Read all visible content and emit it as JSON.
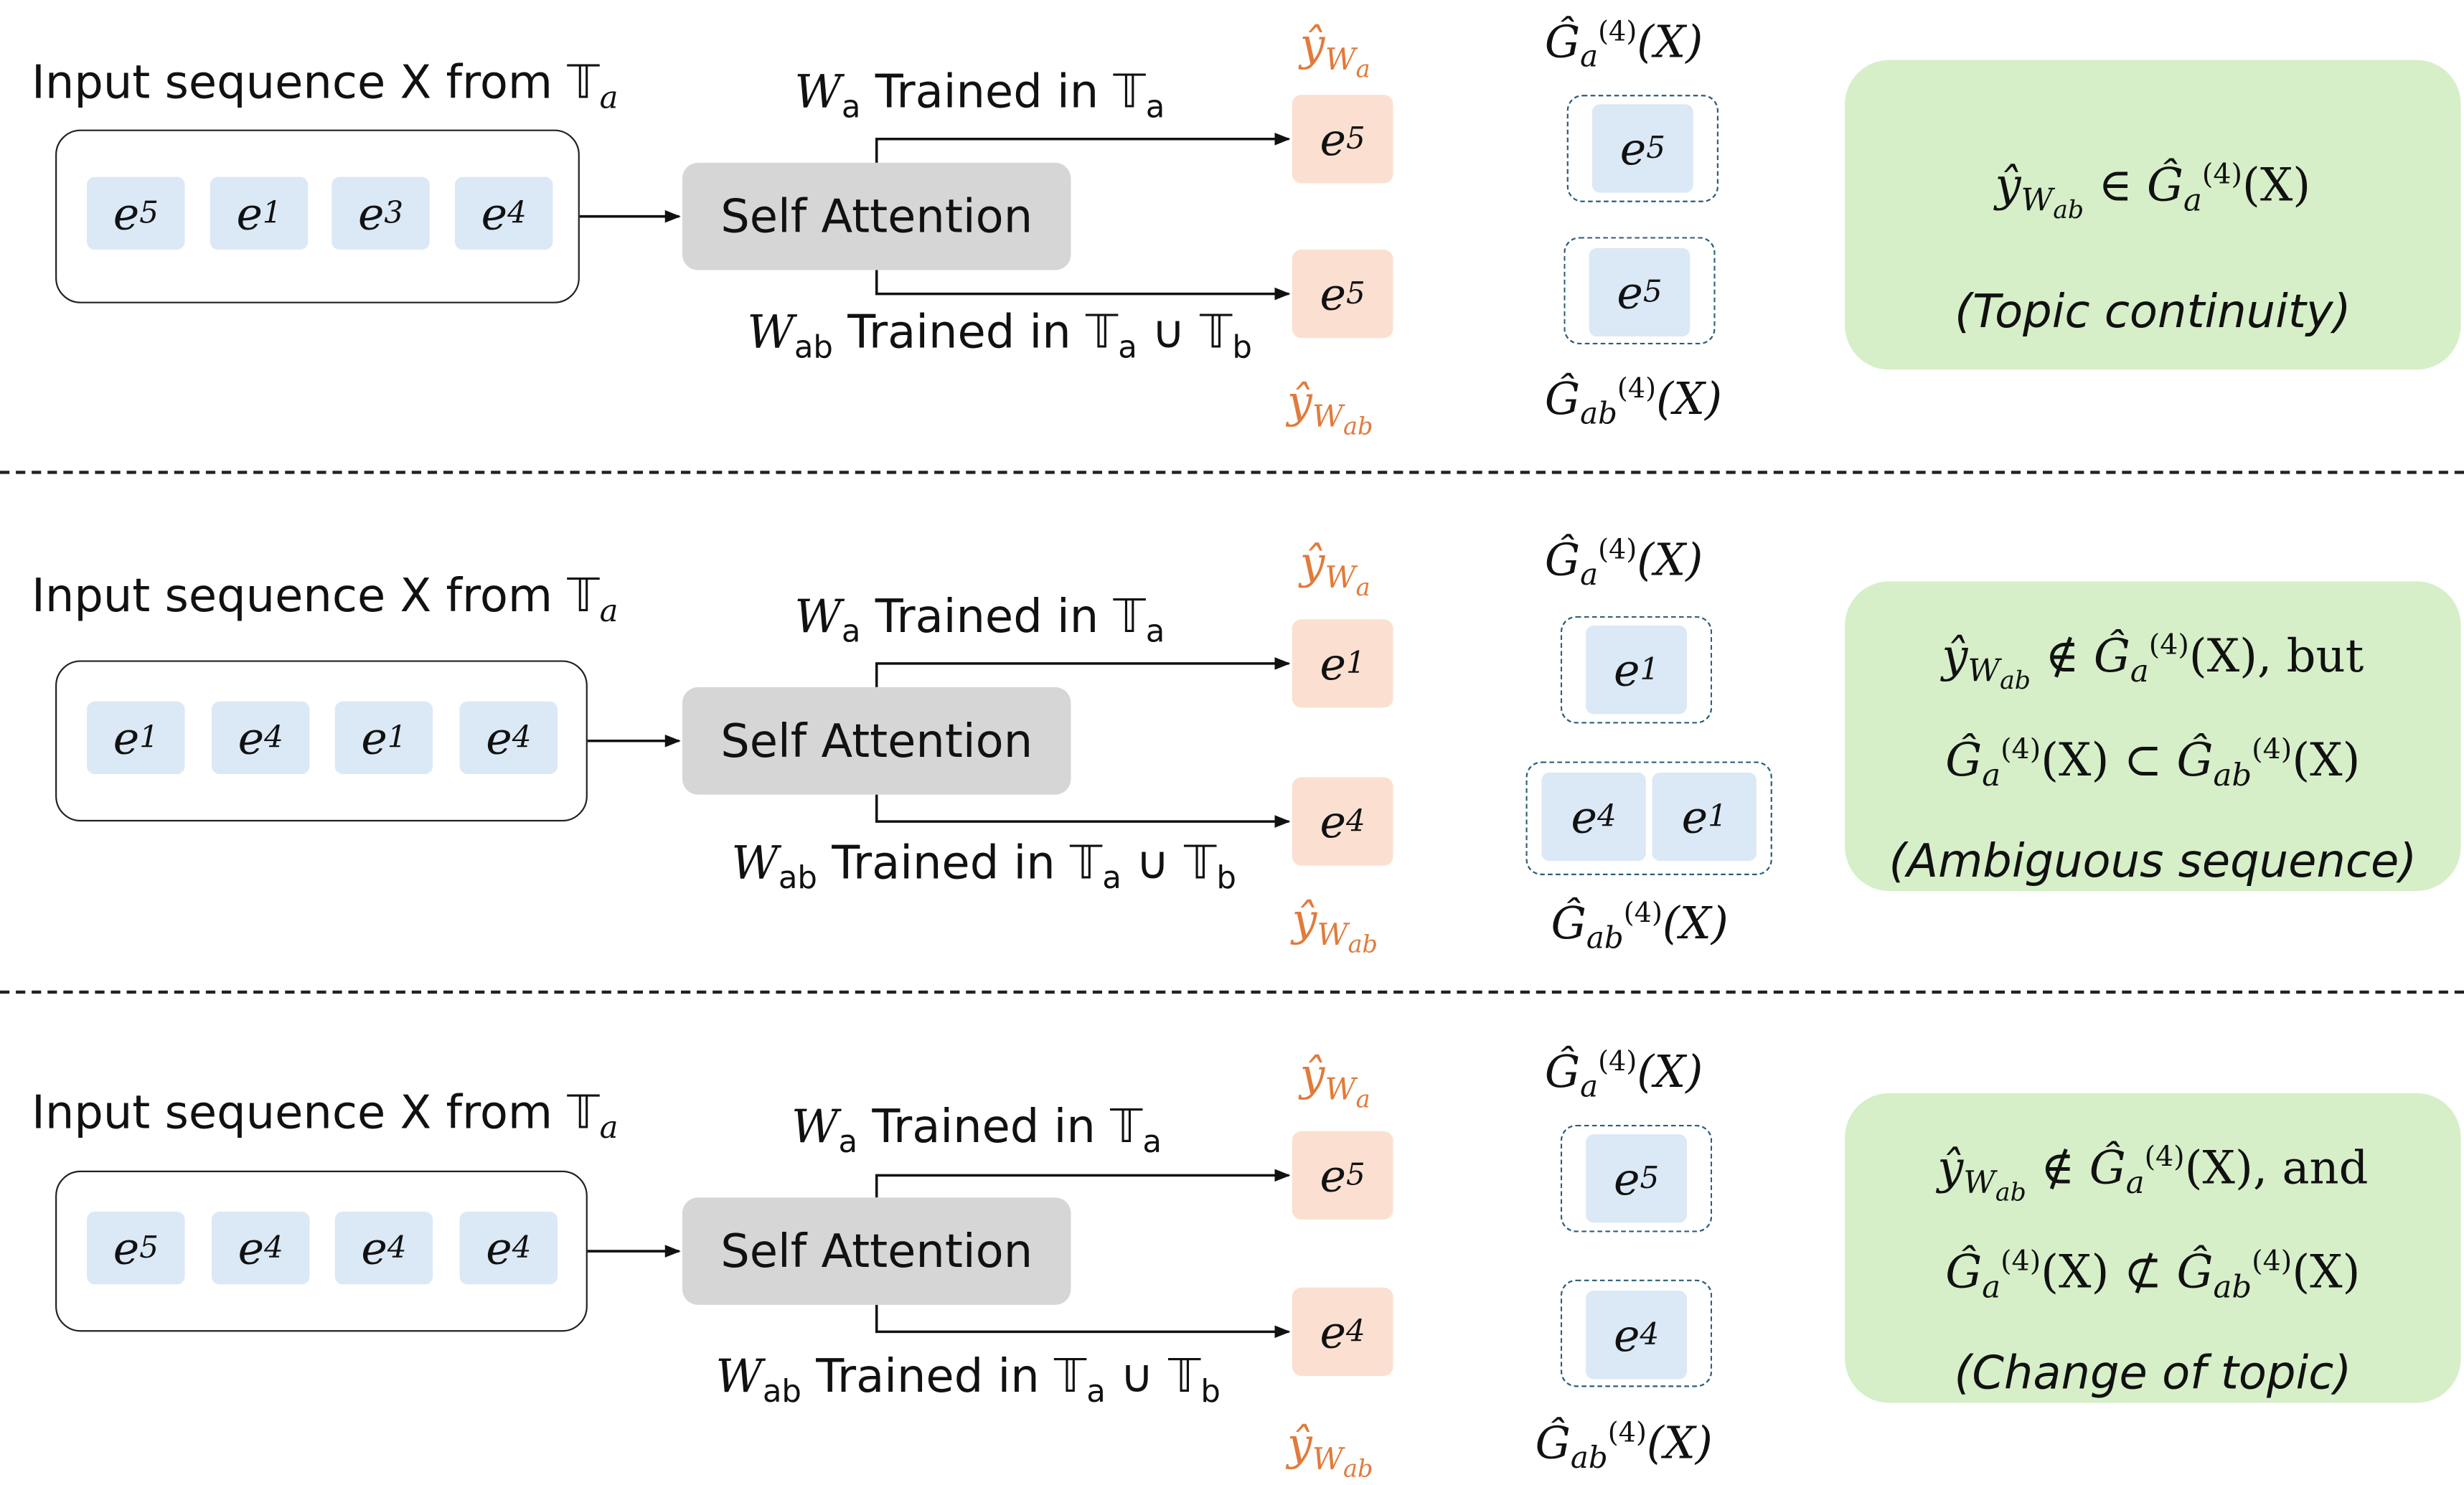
{
  "panels": [
    {
      "input_label": "Input sequence X from 𝕋",
      "input_label_sub": "a",
      "tokens": [
        "e5",
        "e1",
        "e3",
        "e4"
      ],
      "attention_label": "Self Attention",
      "top_model": {
        "w": "W",
        "w_sub": "a",
        "text": " Trained in 𝕋",
        "text_sub": "a",
        "extra": "",
        "extra_sub": ""
      },
      "bottom_model": {
        "w": "W",
        "w_sub": "ab",
        "text": " Trained in 𝕋",
        "text_sub": "a",
        "extra": " ∪ 𝕋",
        "extra_sub": "b"
      },
      "pred_top": "e5",
      "pred_bottom": "e5",
      "yhat_top": {
        "base": "ŷ",
        "w": "W",
        "sub": "a"
      },
      "yhat_bottom": {
        "base": "ŷ",
        "w": "W",
        "sub": "ab"
      },
      "g_top": {
        "base": "Ĝ",
        "sub": "a",
        "sup": "(4)",
        "arg": "(X)"
      },
      "g_bottom": {
        "base": "Ĝ",
        "sub": "ab",
        "sup": "(4)",
        "arg": "(X)"
      },
      "g_top_tokens": [
        "e5"
      ],
      "g_bottom_tokens": [
        "e5"
      ],
      "result_lines": [
        "ŷ_{W_ab} ∈ Ĝ_a^(4)(X)"
      ],
      "result_note": "(Topic continuity)"
    },
    {
      "input_label": "Input sequence X from 𝕋",
      "input_label_sub": "a",
      "tokens": [
        "e1",
        "e4",
        "e1",
        "e4"
      ],
      "attention_label": "Self Attention",
      "top_model": {
        "w": "W",
        "w_sub": "a",
        "text": " Trained in 𝕋",
        "text_sub": "a",
        "extra": "",
        "extra_sub": ""
      },
      "bottom_model": {
        "w": "W",
        "w_sub": "ab",
        "text": " Trained in 𝕋",
        "text_sub": "a",
        "extra": " ∪ 𝕋",
        "extra_sub": "b"
      },
      "pred_top": "e1",
      "pred_bottom": "e4",
      "yhat_top": {
        "base": "ŷ",
        "w": "W",
        "sub": "a"
      },
      "yhat_bottom": {
        "base": "ŷ",
        "w": "W",
        "sub": "ab"
      },
      "g_top": {
        "base": "Ĝ",
        "sub": "a",
        "sup": "(4)",
        "arg": "(X)"
      },
      "g_bottom": {
        "base": "Ĝ",
        "sub": "ab",
        "sup": "(4)",
        "arg": "(X)"
      },
      "g_top_tokens": [
        "e1"
      ],
      "g_bottom_tokens": [
        "e4",
        "e1"
      ],
      "result_lines": [
        "ŷ_{W_ab} ∉ Ĝ_a^(4)(X), but",
        "Ĝ_a^(4)(X) ⊂ Ĝ_ab^(4)(X)"
      ],
      "result_note": "(Ambiguous sequence)"
    },
    {
      "input_label": "Input sequence X from 𝕋",
      "input_label_sub": "a",
      "tokens": [
        "e5",
        "e4",
        "e4",
        "e4"
      ],
      "attention_label": "Self Attention",
      "top_model": {
        "w": "W",
        "w_sub": "a",
        "text": " Trained in 𝕋",
        "text_sub": "a",
        "extra": "",
        "extra_sub": ""
      },
      "bottom_model": {
        "w": "W",
        "w_sub": "ab",
        "text": " Trained in 𝕋",
        "text_sub": "a",
        "extra": " ∪ 𝕋",
        "extra_sub": "b"
      },
      "pred_top": "e5",
      "pred_bottom": "e4",
      "yhat_top": {
        "base": "ŷ",
        "w": "W",
        "sub": "a"
      },
      "yhat_bottom": {
        "base": "ŷ",
        "w": "W",
        "sub": "ab"
      },
      "g_top": {
        "base": "Ĝ",
        "sub": "a",
        "sup": "(4)",
        "arg": "(X)"
      },
      "g_bottom": {
        "base": "Ĝ",
        "sub": "ab",
        "sup": "(4)",
        "arg": "(X)"
      },
      "g_top_tokens": [
        "e5"
      ],
      "g_bottom_tokens": [
        "e4"
      ],
      "result_lines": [
        "ŷ_{W_ab} ∉ Ĝ_a^(4)(X), and",
        "Ĝ_a^(4)(X) ⊄ Ĝ_ab^(4)(X)"
      ],
      "result_note": "(Change of topic)"
    }
  ],
  "colors": {
    "token_fill": "#dbe8f5",
    "prediction_fill": "#fbe0d1",
    "attention_fill": "#d6d6d6",
    "result_fill": "#d6efc8",
    "prediction_label": "#e07b3c",
    "group_border": "#2a5d7a"
  }
}
